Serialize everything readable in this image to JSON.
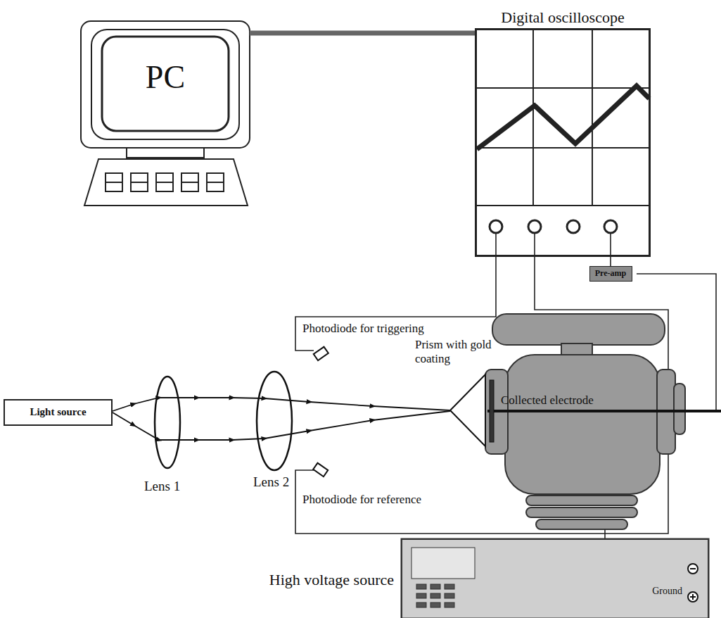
{
  "diagram": {
    "nodes": [
      {
        "text": [
          "PC"
        ]
      },
      {
        "text": [
          "Digital oscilloscope"
        ]
      },
      {
        "text": [
          "Pre-amp"
        ]
      },
      {
        "text": [
          "Light source"
        ]
      },
      {
        "text": [
          "High voltage source",
          "Ground"
        ]
      }
    ],
    "edges": [
      {
        "from": 0,
        "to": 1,
        "arrow": "none"
      },
      {
        "from": 1,
        "to": 2,
        "arrow": "none"
      }
    ],
    "labels": [
      "Photodiode for triggering",
      "Prism with gold coating",
      "Collected electrode",
      "Lens 1",
      "Lens 2",
      "Photodiode for reference"
    ]
  }
}
